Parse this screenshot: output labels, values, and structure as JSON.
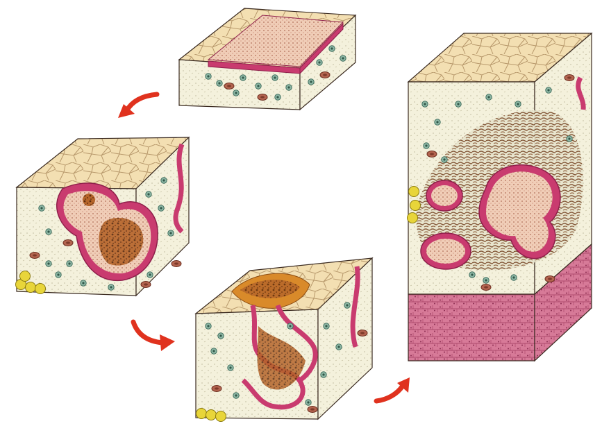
{
  "figure": {
    "description_visible_text": "",
    "panels": [
      {
        "id": "top-block",
        "kind": "tissue-block"
      },
      {
        "id": "left-block",
        "kind": "tissue-block"
      },
      {
        "id": "bottom-block",
        "kind": "tissue-block"
      },
      {
        "id": "right-block",
        "kind": "tissue-block"
      }
    ],
    "arrows": [
      {
        "id": "arrow-top-to-left",
        "icon": "curved-arrow-icon"
      },
      {
        "id": "arrow-left-to-bottom",
        "icon": "curved-arrow-icon"
      },
      {
        "id": "arrow-bottom-to-right",
        "icon": "curved-arrow-icon"
      }
    ],
    "colors": {
      "background": "#ffffff",
      "epithelium_surface": "#f3dfb2",
      "epithelium_lines": "#b7986b",
      "connective_tissue": "#f4f1dc",
      "basal_layer": "#c93b6f",
      "basal_layer_dark": "#8e1f4a",
      "cell_green": "#8fb8a6",
      "cell_green_dark": "#3f6e5e",
      "blood_cell": "#9a4a3a",
      "fat_cell": "#e8d53a",
      "cyst_inner": "#f0cdb7",
      "cyst_dots": "#c0846f",
      "necrosis": "#a5521c",
      "necrosis_dark": "#5a2a0c",
      "fibrous_brown": "#7a4a2a",
      "muscle_layer": "#d77a98",
      "muscle_dark": "#a43e62",
      "arrow_red": "#e0321e",
      "outline": "#3a2a20"
    }
  }
}
